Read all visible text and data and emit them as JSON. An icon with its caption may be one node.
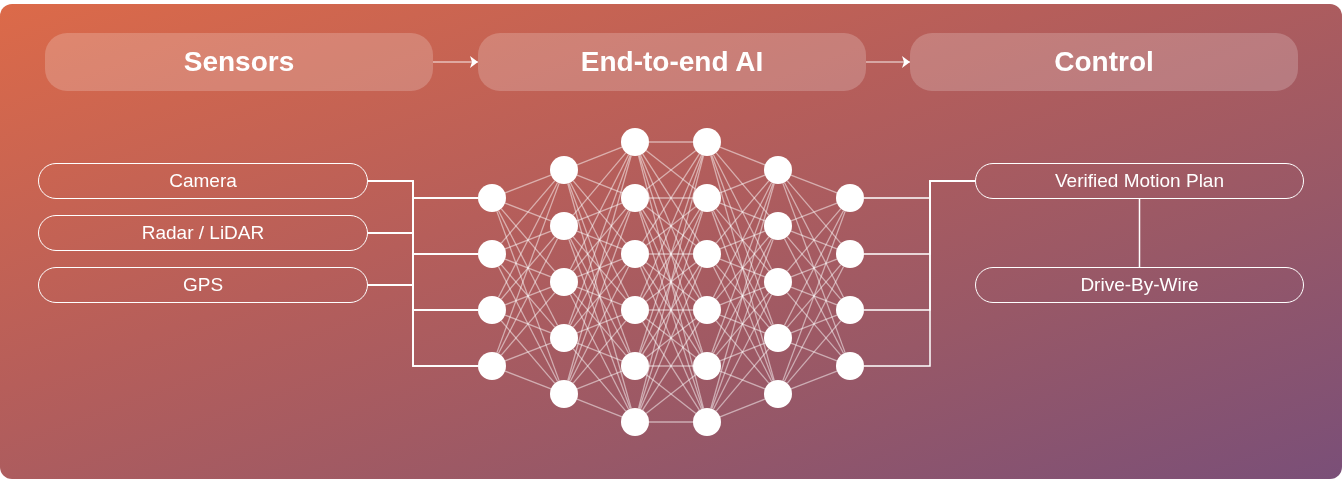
{
  "diagram": {
    "nodes": [
      {
        "text": [
          "Sensors"
        ]
      },
      {
        "text": [
          "End-to-end AI"
        ]
      },
      {
        "text": [
          "Control"
        ]
      },
      {
        "text": [
          "Camera"
        ]
      },
      {
        "text": [
          "Radar / LiDAR"
        ]
      },
      {
        "text": [
          "GPS"
        ]
      },
      {
        "text": [],
        "shape": "circle"
      },
      {
        "text": [],
        "shape": "circle"
      },
      {
        "text": [],
        "shape": "circle"
      },
      {
        "text": [],
        "shape": "circle"
      },
      {
        "text": [],
        "shape": "circle"
      },
      {
        "text": [],
        "shape": "circle"
      },
      {
        "text": [],
        "shape": "circle"
      },
      {
        "text": [],
        "shape": "circle"
      },
      {
        "text": [],
        "shape": "circle"
      },
      {
        "text": [],
        "shape": "circle"
      },
      {
        "text": [],
        "shape": "circle"
      },
      {
        "text": [],
        "shape": "circle"
      },
      {
        "text": [],
        "shape": "circle"
      },
      {
        "text": [],
        "shape": "circle"
      },
      {
        "text": [],
        "shape": "circle"
      },
      {
        "text": [],
        "shape": "circle"
      },
      {
        "text": [],
        "shape": "circle"
      },
      {
        "text": [],
        "shape": "circle"
      },
      {
        "text": [],
        "shape": "circle"
      },
      {
        "text": [],
        "shape": "circle"
      },
      {
        "text": [],
        "shape": "circle"
      },
      {
        "text": [],
        "shape": "circle"
      },
      {
        "text": [],
        "shape": "circle"
      },
      {
        "text": [],
        "shape": "circle"
      },
      {
        "text": [],
        "shape": "circle"
      },
      {
        "text": [],
        "shape": "circle"
      },
      {
        "text": [],
        "shape": "circle"
      },
      {
        "text": [],
        "shape": "circle"
      },
      {
        "text": [],
        "shape": "circle"
      },
      {
        "text": [],
        "shape": "circle"
      },
      {
        "text": [
          "Verified Motion Plan"
        ]
      },
      {
        "text": [
          "Drive-By-Wire"
        ]
      }
    ],
    "edges": [
      {
        "from": 0,
        "to": 1,
        "arrow": "to"
      },
      {
        "from": 1,
        "to": 2,
        "arrow": "to"
      },
      {
        "from": 3,
        "to": 6,
        "arrow": "none"
      },
      {
        "from": 3,
        "to": 7,
        "arrow": "none"
      },
      {
        "from": 3,
        "to": 8,
        "arrow": "none"
      },
      {
        "from": 3,
        "to": 9,
        "arrow": "none"
      },
      {
        "from": 4,
        "to": 6,
        "arrow": "none"
      },
      {
        "from": 4,
        "to": 7,
        "arrow": "none"
      },
      {
        "from": 4,
        "to": 8,
        "arrow": "none"
      },
      {
        "from": 4,
        "to": 9,
        "arrow": "none"
      },
      {
        "from": 5,
        "to": 6,
        "arrow": "none"
      },
      {
        "from": 5,
        "to": 7,
        "arrow": "none"
      },
      {
        "from": 5,
        "to": 8,
        "arrow": "none"
      },
      {
        "from": 5,
        "to": 9,
        "arrow": "none"
      },
      {
        "from": 6,
        "to": 10,
        "arrow": "none"
      },
      {
        "from": 6,
        "to": 11,
        "arrow": "none"
      },
      {
        "from": 6,
        "to": 12,
        "arrow": "none"
      },
      {
        "from": 6,
        "to": 13,
        "arrow": "none"
      },
      {
        "from": 6,
        "to": 14,
        "arrow": "none"
      },
      {
        "from": 7,
        "to": 10,
        "arrow": "none"
      },
      {
        "from": 7,
        "to": 11,
        "arrow": "none"
      },
      {
        "from": 7,
        "to": 12,
        "arrow": "none"
      },
      {
        "from": 7,
        "to": 13,
        "arrow": "none"
      },
      {
        "from": 7,
        "to": 14,
        "arrow": "none"
      },
      {
        "from": 8,
        "to": 10,
        "arrow": "none"
      },
      {
        "from": 8,
        "to": 11,
        "arrow": "none"
      },
      {
        "from": 8,
        "to": 12,
        "arrow": "none"
      },
      {
        "from": 8,
        "to": 13,
        "arrow": "none"
      },
      {
        "from": 8,
        "to": 14,
        "arrow": "none"
      },
      {
        "from": 9,
        "to": 10,
        "arrow": "none"
      },
      {
        "from": 9,
        "to": 11,
        "arrow": "none"
      },
      {
        "from": 9,
        "to": 12,
        "arrow": "none"
      },
      {
        "from": 9,
        "to": 13,
        "arrow": "none"
      },
      {
        "from": 9,
        "to": 14,
        "arrow": "none"
      },
      {
        "from": 10,
        "to": 15,
        "arrow": "none"
      },
      {
        "from": 10,
        "to": 16,
        "arrow": "none"
      },
      {
        "from": 10,
        "to": 17,
        "arrow": "none"
      },
      {
        "from": 10,
        "to": 18,
        "arrow": "none"
      },
      {
        "from": 10,
        "to": 19,
        "arrow": "none"
      },
      {
        "from": 10,
        "to": 20,
        "arrow": "none"
      },
      {
        "from": 11,
        "to": 15,
        "arrow": "none"
      },
      {
        "from": 11,
        "to": 16,
        "arrow": "none"
      },
      {
        "from": 11,
        "to": 17,
        "arrow": "none"
      },
      {
        "from": 11,
        "to": 18,
        "arrow": "none"
      },
      {
        "from": 11,
        "to": 19,
        "arrow": "none"
      },
      {
        "from": 11,
        "to": 20,
        "arrow": "none"
      },
      {
        "from": 12,
        "to": 15,
        "arrow": "none"
      },
      {
        "from": 12,
        "to": 16,
        "arrow": "none"
      },
      {
        "from": 12,
        "to": 17,
        "arrow": "none"
      },
      {
        "from": 12,
        "to": 18,
        "arrow": "none"
      },
      {
        "from": 12,
        "to": 19,
        "arrow": "none"
      },
      {
        "from": 12,
        "to": 20,
        "arrow": "none"
      },
      {
        "from": 13,
        "to": 15,
        "arrow": "none"
      },
      {
        "from": 13,
        "to": 16,
        "arrow": "none"
      },
      {
        "from": 13,
        "to": 17,
        "arrow": "none"
      },
      {
        "from": 13,
        "to": 18,
        "arrow": "none"
      },
      {
        "from": 13,
        "to": 19,
        "arrow": "none"
      },
      {
        "from": 13,
        "to": 20,
        "arrow": "none"
      },
      {
        "from": 14,
        "to": 15,
        "arrow": "none"
      },
      {
        "from": 14,
        "to": 16,
        "arrow": "none"
      },
      {
        "from": 14,
        "to": 17,
        "arrow": "none"
      },
      {
        "from": 14,
        "to": 18,
        "arrow": "none"
      },
      {
        "from": 14,
        "to": 19,
        "arrow": "none"
      },
      {
        "from": 14,
        "to": 20,
        "arrow": "none"
      },
      {
        "from": 15,
        "to": 21,
        "arrow": "none"
      },
      {
        "from": 15,
        "to": 22,
        "arrow": "none"
      },
      {
        "from": 15,
        "to": 23,
        "arrow": "none"
      },
      {
        "from": 15,
        "to": 24,
        "arrow": "none"
      },
      {
        "from": 15,
        "to": 25,
        "arrow": "none"
      },
      {
        "from": 15,
        "to": 26,
        "arrow": "none"
      },
      {
        "from": 16,
        "to": 21,
        "arrow": "none"
      },
      {
        "from": 16,
        "to": 22,
        "arrow": "none"
      },
      {
        "from": 16,
        "to": 23,
        "arrow": "none"
      },
      {
        "from": 16,
        "to": 24,
        "arrow": "none"
      },
      {
        "from": 16,
        "to": 25,
        "arrow": "none"
      },
      {
        "from": 16,
        "to": 26,
        "arrow": "none"
      },
      {
        "from": 17,
        "to": 21,
        "arrow": "none"
      },
      {
        "from": 17,
        "to": 22,
        "arrow": "none"
      },
      {
        "from": 17,
        "to": 23,
        "arrow": "none"
      },
      {
        "from": 17,
        "to": 24,
        "arrow": "none"
      },
      {
        "from": 17,
        "to": 25,
        "arrow": "none"
      },
      {
        "from": 17,
        "to": 26,
        "arrow": "none"
      },
      {
        "from": 18,
        "to": 21,
        "arrow": "none"
      },
      {
        "from": 18,
        "to": 22,
        "arrow": "none"
      },
      {
        "from": 18,
        "to": 23,
        "arrow": "none"
      },
      {
        "from": 18,
        "to": 24,
        "arrow": "none"
      },
      {
        "from": 18,
        "to": 25,
        "arrow": "none"
      },
      {
        "from": 18,
        "to": 26,
        "arrow": "none"
      },
      {
        "from": 19,
        "to": 21,
        "arrow": "none"
      },
      {
        "from": 19,
        "to": 22,
        "arrow": "none"
      },
      {
        "from": 19,
        "to": 23,
        "arrow": "none"
      },
      {
        "from": 19,
        "to": 24,
        "arrow": "none"
      },
      {
        "from": 19,
        "to": 25,
        "arrow": "none"
      },
      {
        "from": 19,
        "to": 26,
        "arrow": "none"
      },
      {
        "from": 20,
        "to": 21,
        "arrow": "none"
      },
      {
        "from": 20,
        "to": 22,
        "arrow": "none"
      },
      {
        "from": 20,
        "to": 23,
        "arrow": "none"
      },
      {
        "from": 20,
        "to": 24,
        "arrow": "none"
      },
      {
        "from": 20,
        "to": 25,
        "arrow": "none"
      },
      {
        "from": 20,
        "to": 26,
        "arrow": "none"
      },
      {
        "from": 21,
        "to": 27,
        "arrow": "none"
      },
      {
        "from": 21,
        "to": 28,
        "arrow": "none"
      },
      {
        "from": 21,
        "to": 29,
        "arrow": "none"
      },
      {
        "from": 21,
        "to": 30,
        "arrow": "none"
      },
      {
        "from": 21,
        "to": 31,
        "arrow": "none"
      },
      {
        "from": 22,
        "to": 27,
        "arrow": "none"
      },
      {
        "from": 22,
        "to": 28,
        "arrow": "none"
      },
      {
        "from": 22,
        "to": 29,
        "arrow": "none"
      },
      {
        "from": 22,
        "to": 30,
        "arrow": "none"
      },
      {
        "from": 22,
        "to": 31,
        "arrow": "none"
      },
      {
        "from": 23,
        "to": 27,
        "arrow": "none"
      },
      {
        "from": 23,
        "to": 28,
        "arrow": "none"
      },
      {
        "from": 23,
        "to": 29,
        "arrow": "none"
      },
      {
        "from": 23,
        "to": 30,
        "arrow": "none"
      },
      {
        "from": 23,
        "to": 31,
        "arrow": "none"
      },
      {
        "from": 24,
        "to": 27,
        "arrow": "none"
      },
      {
        "from": 24,
        "to": 28,
        "arrow": "none"
      },
      {
        "from": 24,
        "to": 29,
        "arrow": "none"
      },
      {
        "from": 24,
        "to": 30,
        "arrow": "none"
      },
      {
        "from": 24,
        "to": 31,
        "arrow": "none"
      },
      {
        "from": 25,
        "to": 27,
        "arrow": "none"
      },
      {
        "from": 25,
        "to": 28,
        "arrow": "none"
      },
      {
        "from": 25,
        "to": 29,
        "arrow": "none"
      },
      {
        "from": 25,
        "to": 30,
        "arrow": "none"
      },
      {
        "from": 25,
        "to": 31,
        "arrow": "none"
      },
      {
        "from": 26,
        "to": 27,
        "arrow": "none"
      },
      {
        "from": 26,
        "to": 28,
        "arrow": "none"
      },
      {
        "from": 26,
        "to": 29,
        "arrow": "none"
      },
      {
        "from": 26,
        "to": 30,
        "arrow": "none"
      },
      {
        "from": 26,
        "to": 31,
        "arrow": "none"
      },
      {
        "from": 27,
        "to": 32,
        "arrow": "none"
      },
      {
        "from": 27,
        "to": 33,
        "arrow": "none"
      },
      {
        "from": 27,
        "to": 34,
        "arrow": "none"
      },
      {
        "from": 27,
        "to": 35,
        "arrow": "none"
      },
      {
        "from": 28,
        "to": 32,
        "arrow": "none"
      },
      {
        "from": 28,
        "to": 33,
        "arrow": "none"
      },
      {
        "from": 28,
        "to": 34,
        "arrow": "none"
      },
      {
        "from": 28,
        "to": 35,
        "arrow": "none"
      },
      {
        "from": 29,
        "to": 32,
        "arrow": "none"
      },
      {
        "from": 29,
        "to": 33,
        "arrow": "none"
      },
      {
        "from": 29,
        "to": 34,
        "arrow": "none"
      },
      {
        "from": 29,
        "to": 35,
        "arrow": "none"
      },
      {
        "from": 30,
        "to": 32,
        "arrow": "none"
      },
      {
        "from": 30,
        "to": 33,
        "arrow": "none"
      },
      {
        "from": 30,
        "to": 34,
        "arrow": "none"
      },
      {
        "from": 30,
        "to": 35,
        "arrow": "none"
      },
      {
        "from": 31,
        "to": 32,
        "arrow": "none"
      },
      {
        "from": 31,
        "to": 33,
        "arrow": "none"
      },
      {
        "from": 31,
        "to": 34,
        "arrow": "none"
      },
      {
        "from": 31,
        "to": 35,
        "arrow": "none"
      },
      {
        "from": 32,
        "to": 36,
        "arrow": "none"
      },
      {
        "from": 33,
        "to": 36,
        "arrow": "none"
      },
      {
        "from": 34,
        "to": 36,
        "arrow": "none"
      },
      {
        "from": 35,
        "to": 36,
        "arrow": "none"
      },
      {
        "from": 36,
        "to": 37,
        "arrow": "none"
      }
    ]
  }
}
